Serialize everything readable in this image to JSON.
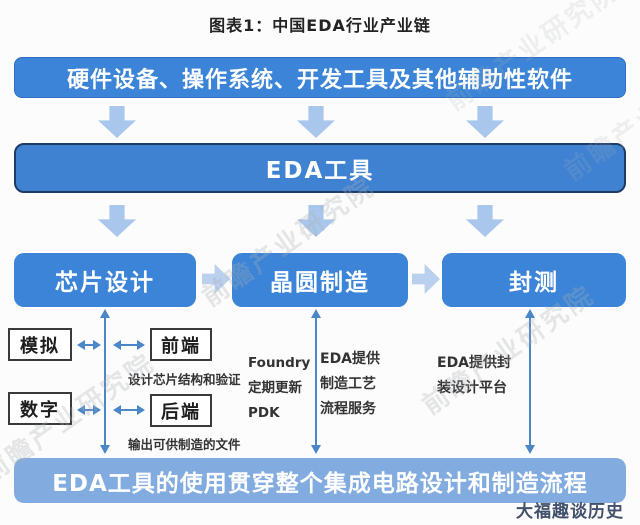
{
  "title": "图表1：中国EDA行业产业链",
  "boxes": {
    "hardware": "硬件设备、操作系统、开发工具及其他辅助性软件",
    "eda": "EDA工具",
    "chip_design": "芯片设计",
    "wafer_fab": "晶圆制造",
    "packaging_test": "封测",
    "summary": "EDA工具的使用贯穿整个集成电路设计和制造流程"
  },
  "sub_boxes": {
    "analog": "模拟",
    "frontend": "前端",
    "digital": "数字",
    "backend": "后端"
  },
  "notes": {
    "design_verify": "设计芯片结构和验证",
    "output_files": "输出可供制造的文件",
    "foundry_pdk": "Foundry\n定期更新\nPDK",
    "eda_process": "EDA提供\n制造工艺\n流程服务",
    "eda_package": "EDA提供封\n装设计平台"
  },
  "watermark": {
    "text": "前瞻产业研究院"
  },
  "credit": "大福趣谈历史",
  "colors": {
    "box_blue": "#3b84d7",
    "eda_border": "#1d3c68",
    "summary_blue": "#82acdf",
    "arrow_light": "#a9c7ec",
    "arrow_line": "#4a86c8"
  }
}
